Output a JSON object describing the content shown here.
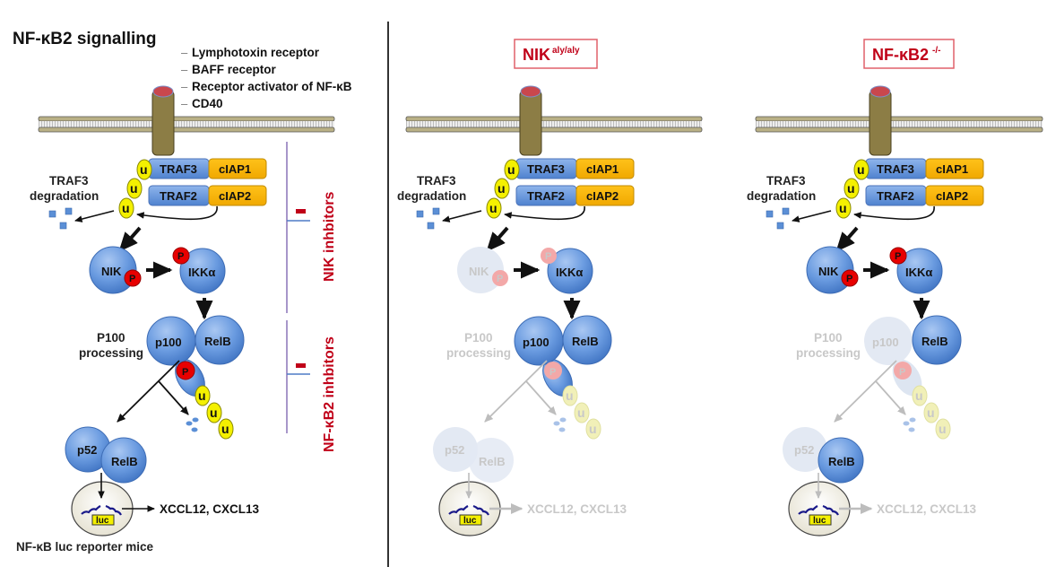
{
  "figure": {
    "title": "NF-κB2 signalling",
    "receptor_list": [
      "Lymphotoxin receptor",
      "BAFF  receptor",
      "Receptor activator of NF-κB",
      "CD40"
    ],
    "inhibitors": {
      "nik": "NIK inhbitors",
      "nfkb2": "NF-κB2 inhbitors",
      "inhibit_mark": "–"
    },
    "reporter_label": "NF-κB luc reporter mice"
  },
  "panels": [
    {
      "id": "wild-type",
      "header": null,
      "inactive": []
    },
    {
      "id": "nik-aly",
      "header": {
        "main": "NIK",
        "sup": "aly/aly"
      },
      "inactive": [
        "NIK",
        "P100 processing",
        "p52",
        "RelB-product",
        "target-genes"
      ]
    },
    {
      "id": "nfkb2-ko",
      "header": {
        "main": "NF-κB2",
        "sup": "-/-"
      },
      "inactive": [
        "p100",
        "P100 processing",
        "p52",
        "target-genes"
      ]
    }
  ],
  "labels": {
    "traf3_degradation_1": "TRAF3",
    "traf3_degradation_2": "degradation",
    "traf3": "TRAF3",
    "traf2": "TRAF2",
    "ciap1": "cIAP1",
    "ciap2": "cIAP2",
    "ubiquitin": "u",
    "phospho": "P",
    "nik": "NIK",
    "ikka": "IKKα",
    "p100": "p100",
    "relb": "RelB",
    "p100_processing_1": "P100",
    "p100_processing_2": "processing",
    "p52": "p52",
    "luc": "luc",
    "target_genes": "XCCL12, CXCL13"
  },
  "colors": {
    "protein_blue": "#5b8fd6",
    "cIAP_orange": "#f5b000",
    "ubiquitin_yellow": "#f4f000",
    "phospho_red": "#e80000",
    "membrane": "#a39a6e",
    "receptor": "#8c7d45",
    "receptor_cap": "#c9474d",
    "inhibitor_red": "#c00018",
    "bracket_purple": "#8a74b8",
    "faded_gray": "#c8c8c8"
  }
}
